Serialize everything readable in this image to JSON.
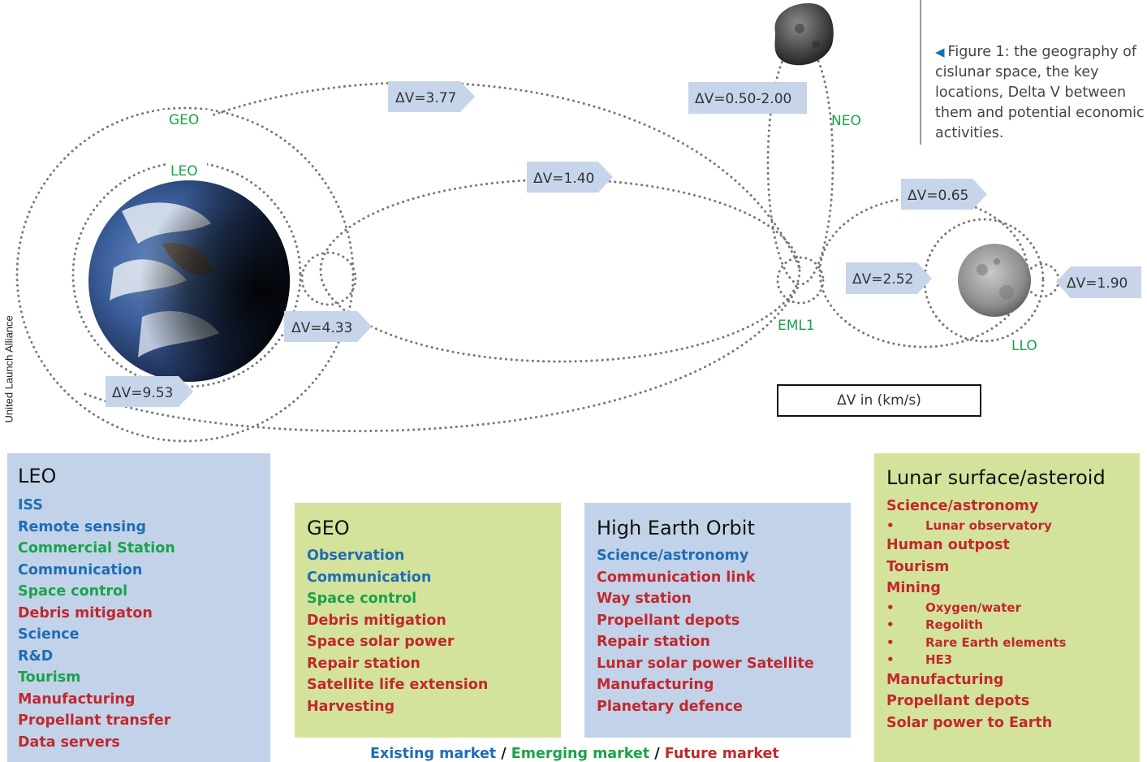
{
  "credit": "United Launch Alliance",
  "caption": "Figure 1: the geography of cislunar space, the key locations, Delta V between them and potential economic activities.",
  "dv_unit_label": "ΔV in (km/s)",
  "locations": {
    "geo": "GEO",
    "leo": "LEO",
    "neo": "NEO",
    "eml1": "EML1",
    "llo": "LLO"
  },
  "delta_v_labels": [
    "ΔV=3.77",
    "ΔV=0.50-2.00",
    "ΔV=1.40",
    "ΔV=0.65",
    "ΔV=2.52",
    "ΔV=1.90",
    "ΔV=4.33",
    "ΔV=9.53"
  ],
  "colors": {
    "existing": "#1f6db5",
    "emerging": "#19a34a",
    "future": "#c2282e",
    "blue_panel": "#c2d3e9",
    "green_panel": "#d4e39b",
    "dv_tag": "#c6d5ea",
    "location_text": "#19a34a"
  },
  "panels": {
    "leo": {
      "title": "LEO",
      "items": [
        {
          "text": "ISS",
          "market": "existing"
        },
        {
          "text": "Remote sensing",
          "market": "existing"
        },
        {
          "text": "Commercial Station",
          "market": "emerging"
        },
        {
          "text": "Communication",
          "market": "existing"
        },
        {
          "text": "Space control",
          "market": "emerging"
        },
        {
          "text": "Debris mitigaton",
          "market": "future"
        },
        {
          "text": "Science",
          "market": "existing"
        },
        {
          "text": "R&D",
          "market": "existing"
        },
        {
          "text": "Tourism",
          "market": "emerging"
        },
        {
          "text": "Manufacturing",
          "market": "future"
        },
        {
          "text": "Propellant transfer",
          "market": "future"
        },
        {
          "text": "Data servers",
          "market": "future"
        }
      ]
    },
    "geo": {
      "title": "GEO",
      "items": [
        {
          "text": "Observation",
          "market": "existing"
        },
        {
          "text": "Communication",
          "market": "existing"
        },
        {
          "text": "Space control",
          "market": "emerging"
        },
        {
          "text": "Debris mitigation",
          "market": "future"
        },
        {
          "text": "Space solar power",
          "market": "future"
        },
        {
          "text": "Repair station",
          "market": "future"
        },
        {
          "text": "Satellite life extension",
          "market": "future"
        },
        {
          "text": "Harvesting",
          "market": "future"
        }
      ]
    },
    "heo": {
      "title": "High Earth Orbit",
      "items": [
        {
          "text": "Science/astronomy",
          "market": "existing"
        },
        {
          "text": "Communication link",
          "market": "future"
        },
        {
          "text": "Way station",
          "market": "future"
        },
        {
          "text": "Propellant depots",
          "market": "future"
        },
        {
          "text": "Repair station",
          "market": "future"
        },
        {
          "text": "Lunar solar power Satellite",
          "market": "future"
        },
        {
          "text": "Manufacturing",
          "market": "future"
        },
        {
          "text": "Planetary defence",
          "market": "future"
        }
      ]
    },
    "lunar": {
      "title": "Lunar surface/asteroid",
      "items": [
        {
          "text": "Science/astronomy",
          "market": "future"
        },
        {
          "text": "Lunar observatory",
          "market": "future",
          "sub": true
        },
        {
          "text": "Human outpost",
          "market": "future"
        },
        {
          "text": "Tourism",
          "market": "future"
        },
        {
          "text": "Mining",
          "market": "future"
        },
        {
          "text": "Oxygen/water",
          "market": "future",
          "sub": true
        },
        {
          "text": "Regolith",
          "market": "future",
          "sub": true
        },
        {
          "text": "Rare Earth elements",
          "market": "future",
          "sub": true
        },
        {
          "text": "HE3",
          "market": "future",
          "sub": true
        },
        {
          "text": "Manufacturing",
          "market": "future"
        },
        {
          "text": "Propellant depots",
          "market": "future"
        },
        {
          "text": "Solar power to Earth",
          "market": "future"
        }
      ]
    }
  },
  "legend": {
    "existing": "Existing market",
    "separator": "/",
    "emerging": "Emerging market",
    "future": "Future market"
  }
}
